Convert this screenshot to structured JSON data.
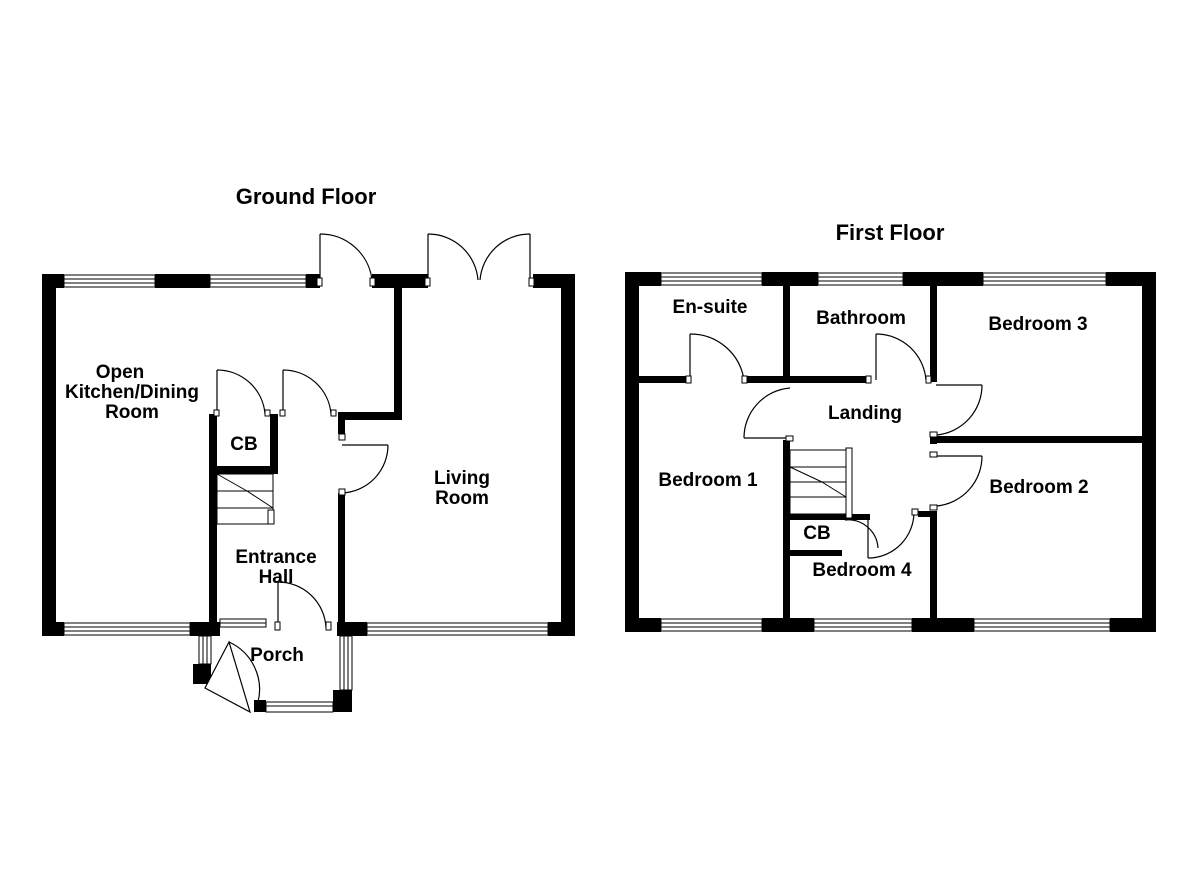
{
  "floors": {
    "ground": {
      "title": "Ground Floor",
      "rooms": {
        "kitchen": [
          "Open",
          "Kitchen/Dining",
          "Room"
        ],
        "living": [
          "Living",
          "Room"
        ],
        "cb": "CB",
        "hall": [
          "Entrance",
          "Hall"
        ],
        "porch": "Porch"
      }
    },
    "first": {
      "title": "First Floor",
      "rooms": {
        "ensuite": "En-suite",
        "bathroom": "Bathroom",
        "bedroom3": "Bedroom 3",
        "landing": "Landing",
        "bedroom1": "Bedroom 1",
        "bedroom2": "Bedroom 2",
        "cb": "CB",
        "bedroom4": "Bedroom 4"
      }
    }
  }
}
